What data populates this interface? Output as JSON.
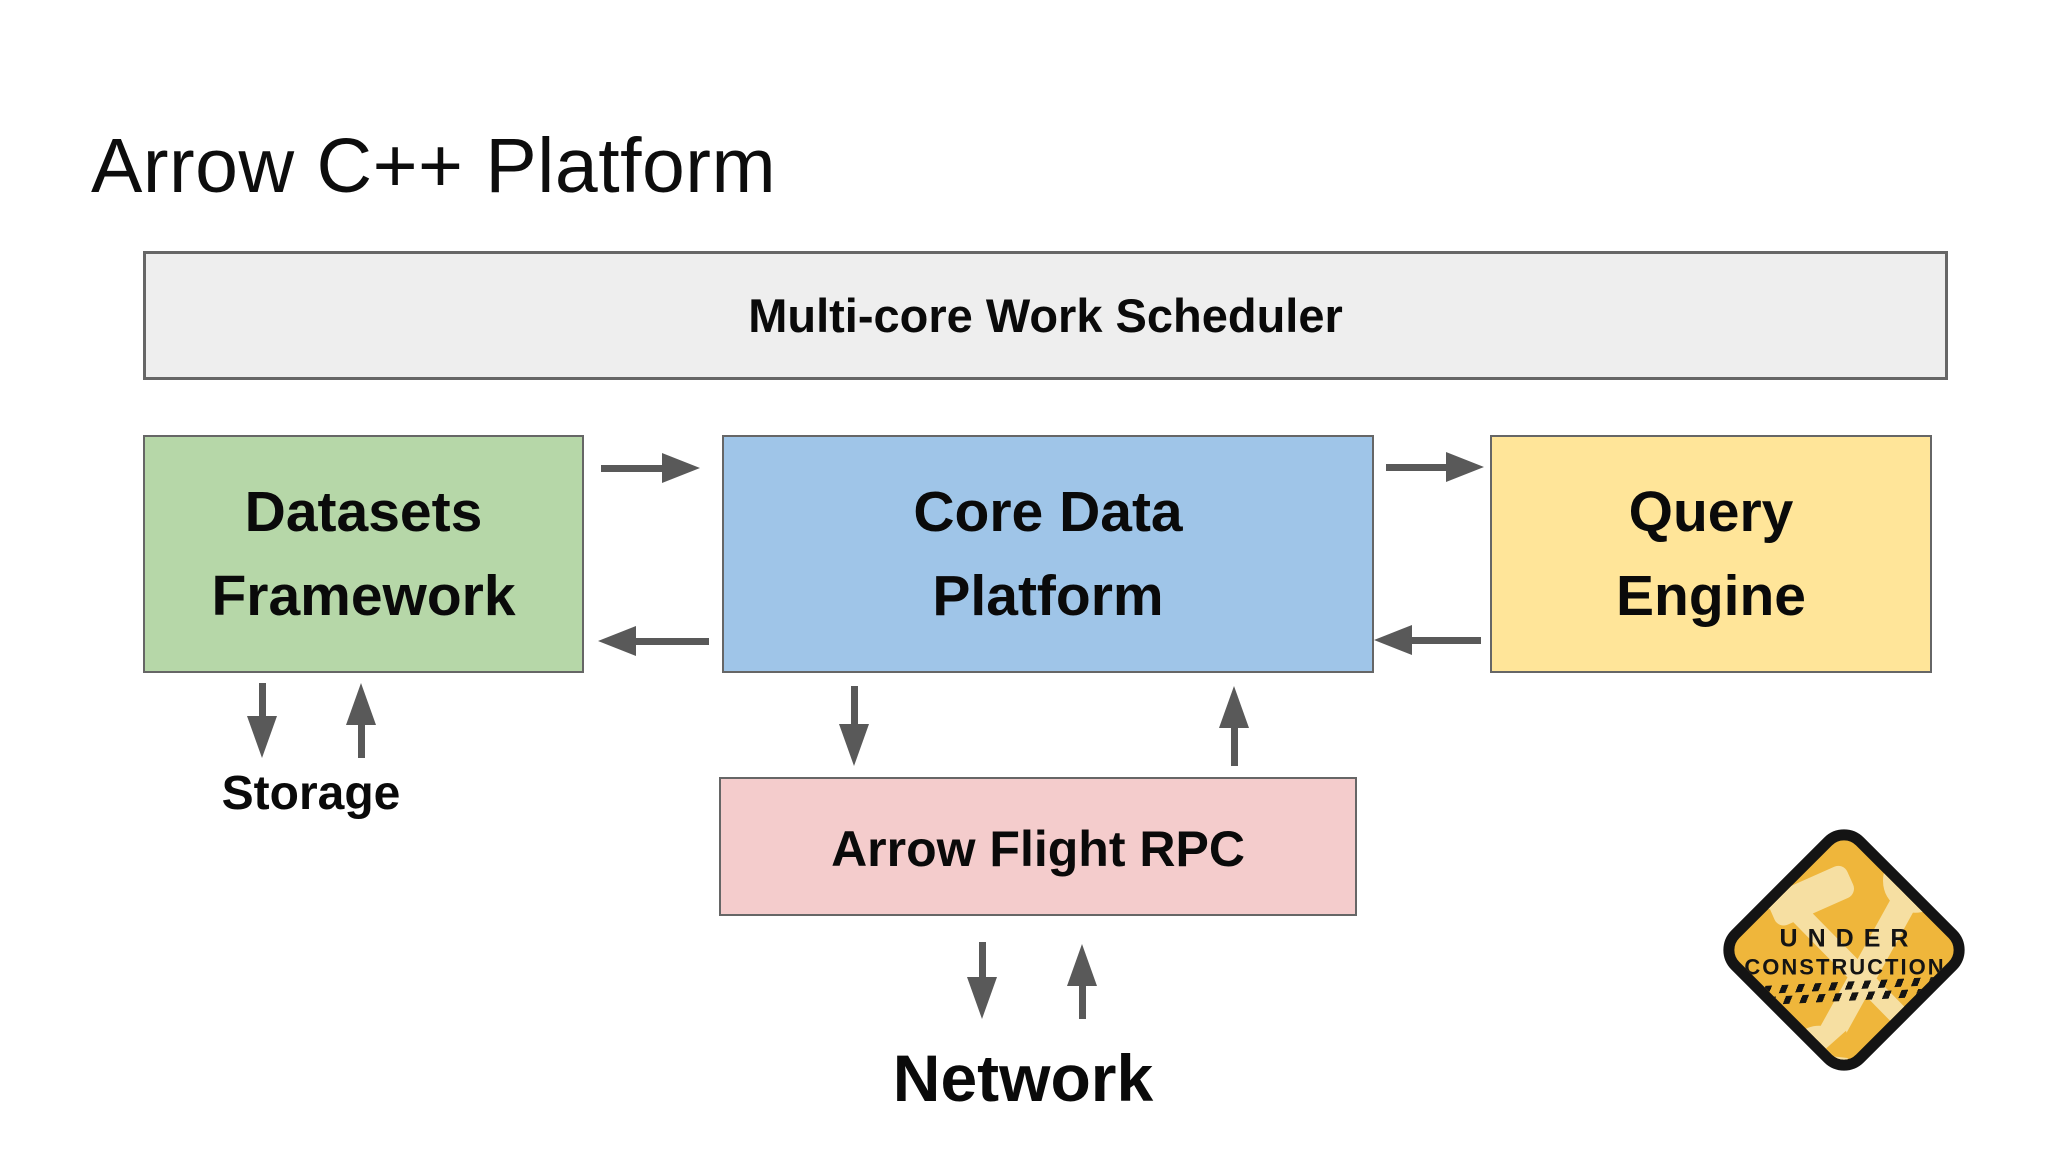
{
  "title": "Arrow C++ Platform",
  "scheduler": {
    "label": "Multi-core Work Scheduler"
  },
  "boxes": {
    "datasets": {
      "line1": "Datasets",
      "line2": "Framework",
      "fill": "#b6d7a8"
    },
    "core": {
      "line1": "Core Data",
      "line2": "Platform",
      "fill": "#9fc5e8"
    },
    "query": {
      "line1": "Query",
      "line2": "Engine",
      "fill": "#ffe599"
    },
    "flight": {
      "label": "Arrow Flight RPC",
      "fill": "#f4cccc"
    }
  },
  "external_labels": {
    "storage": "Storage",
    "network": "Network"
  },
  "sign": {
    "line1": "UNDER",
    "line2": "CONSTRUCTION",
    "fill": "#efb63b",
    "tool_color": "#f6dfa2"
  },
  "colors": {
    "background": "#ffffff",
    "scheduler_fill": "#eeeeee",
    "box_border": "#666666",
    "arrow": "#595959",
    "text": "#0a0a0a"
  }
}
